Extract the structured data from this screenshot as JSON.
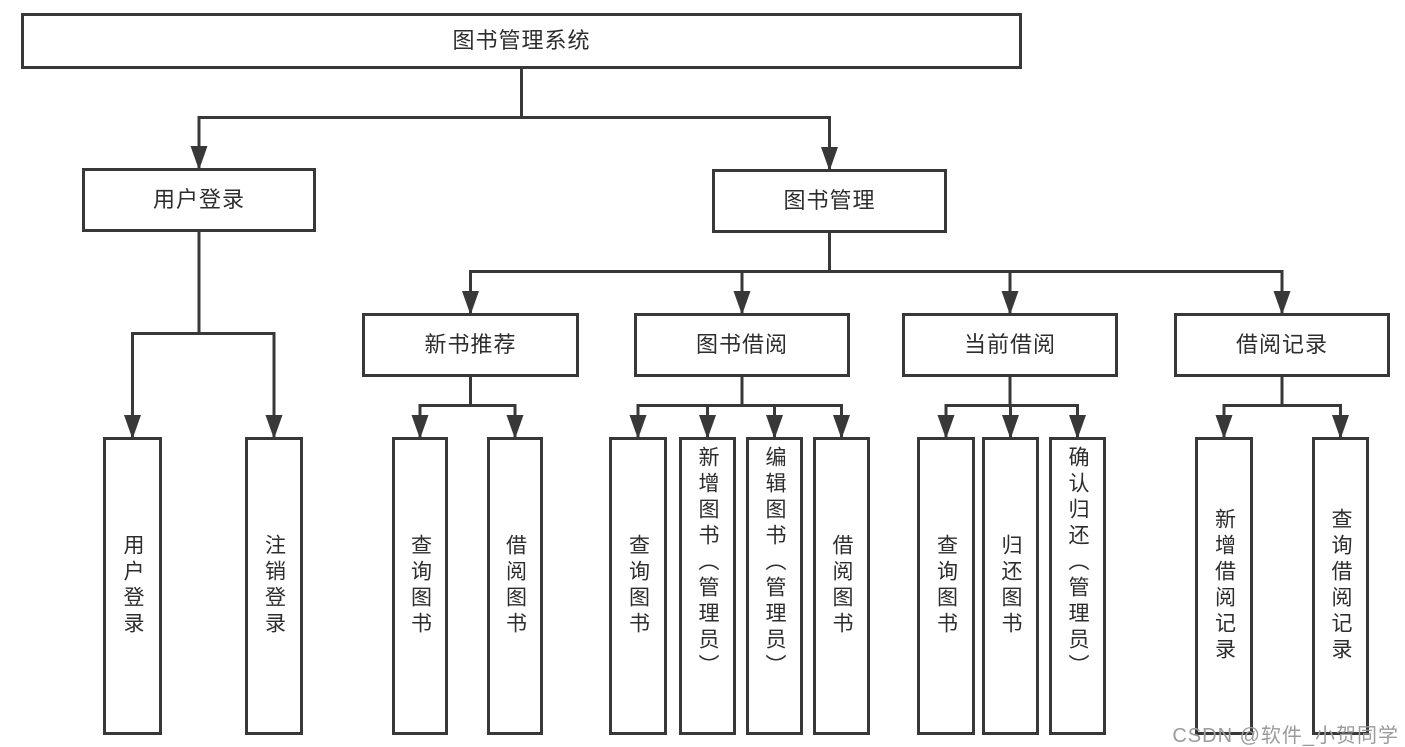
{
  "diagram": {
    "root": {
      "label": "图书管理系统"
    },
    "level2": [
      {
        "label": "用户登录"
      },
      {
        "label": "图书管理"
      }
    ],
    "level3": [
      {
        "label": "新书推荐",
        "parent": "图书管理"
      },
      {
        "label": "图书借阅",
        "parent": "图书管理"
      },
      {
        "label": "当前借阅",
        "parent": "图书管理"
      },
      {
        "label": "借阅记录",
        "parent": "图书管理"
      }
    ],
    "leaves": [
      {
        "label": "用户登录",
        "parent": "用户登录"
      },
      {
        "label": "注销登录",
        "parent": "用户登录"
      },
      {
        "label": "查询图书",
        "parent": "新书推荐"
      },
      {
        "label": "借阅图书",
        "parent": "新书推荐"
      },
      {
        "label": "查询图书",
        "parent": "图书借阅"
      },
      {
        "label": "新增图书（管理员）",
        "parent": "图书借阅"
      },
      {
        "label": "编辑图书（管理员）",
        "parent": "图书借阅"
      },
      {
        "label": "借阅图书",
        "parent": "图书借阅"
      },
      {
        "label": "查询图书",
        "parent": "当前借阅"
      },
      {
        "label": "归还图书",
        "parent": "当前借阅"
      },
      {
        "label": "确认归还（管理员）",
        "parent": "当前借阅"
      },
      {
        "label": "新增借阅记录",
        "parent": "借阅记录"
      },
      {
        "label": "查询借阅记录",
        "parent": "借阅记录"
      }
    ]
  },
  "watermark": {
    "text": "CSDN @软件_小贺同学"
  },
  "colors": {
    "line": "#383838",
    "text": "#2d2d2d",
    "watermark": "#9b9b9b",
    "background": "#ffffff"
  }
}
